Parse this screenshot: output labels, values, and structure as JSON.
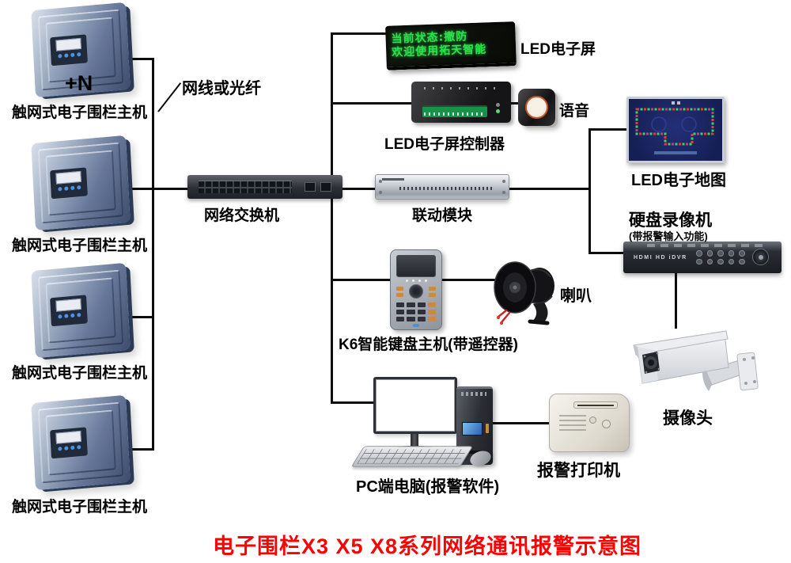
{
  "title": "电子围栏X3 X5 X8系列网络通讯报警示意图",
  "colors": {
    "title": "#fe0000",
    "led_text": "#2be24b",
    "wire": "#0d0d0d"
  },
  "annotations": {
    "cable": "网线或光纤",
    "host_tag": "+N"
  },
  "labels": {
    "fence_host": "触网式电子围栏主机",
    "switch": "网络交换机",
    "led_screen": "LED电子屏",
    "led_controller": "LED电子屏控制器",
    "voice": "语音",
    "led_map": "LED电子地图",
    "linkage": "联动模块",
    "dvr": "硬盘录像机",
    "dvr_sub": "(带报警输入功能)",
    "dvr_panel": "HDMI HD iDVR",
    "k6": "K6智能键盘主机(带遥控器)",
    "horn": "喇叭",
    "camera": "摄像头",
    "pc": "PC端电脑(报警软件)",
    "printer": "报警打印机"
  },
  "led_screen": {
    "line1": "当前状态:撤防",
    "line2": "欢迎使用拓天智能"
  }
}
